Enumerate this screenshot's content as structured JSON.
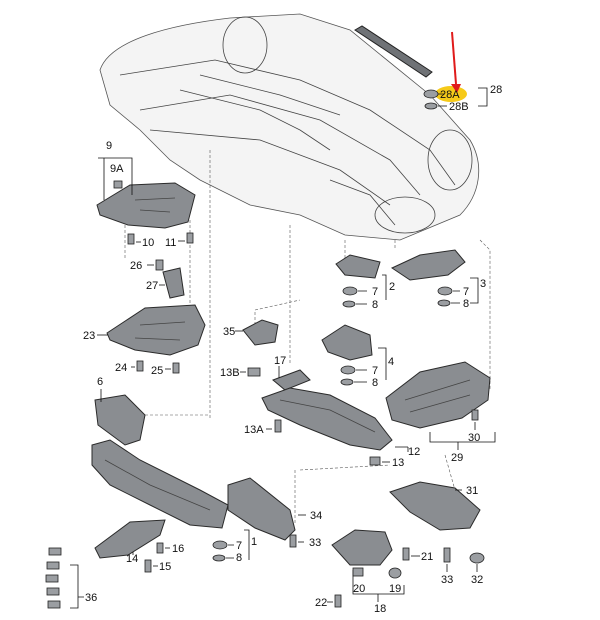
{
  "labels": {
    "l9": "9",
    "l9A": "9A",
    "l10": "10",
    "l11": "11",
    "l26": "26",
    "l27": "27",
    "l23": "23",
    "l24": "24",
    "l25": "25",
    "l6": "6",
    "l35": "35",
    "l13B": "13B",
    "l17": "17",
    "l13A": "13A",
    "l2": "2",
    "l7a": "7",
    "l8a": "8",
    "l3": "3",
    "l7b": "7",
    "l8b": "8",
    "l4": "4",
    "l7c": "7",
    "l8c": "8",
    "l12": "12",
    "l13": "13",
    "l28": "28",
    "l28A": "28A",
    "l28B": "28B",
    "l29": "29",
    "l30": "30",
    "l31": "31",
    "l34": "34",
    "l1": "1",
    "l7d": "7",
    "l8d": "8",
    "l14": "14",
    "l15": "15",
    "l16": "16",
    "l33": "33",
    "l36": "36",
    "l22": "22",
    "l20": "20",
    "l19": "19",
    "l18": "18",
    "l21": "21",
    "l33b": "33",
    "l32": "32"
  },
  "highlight": {
    "color": "#f5c400",
    "arrow_color": "#e01b1b"
  }
}
